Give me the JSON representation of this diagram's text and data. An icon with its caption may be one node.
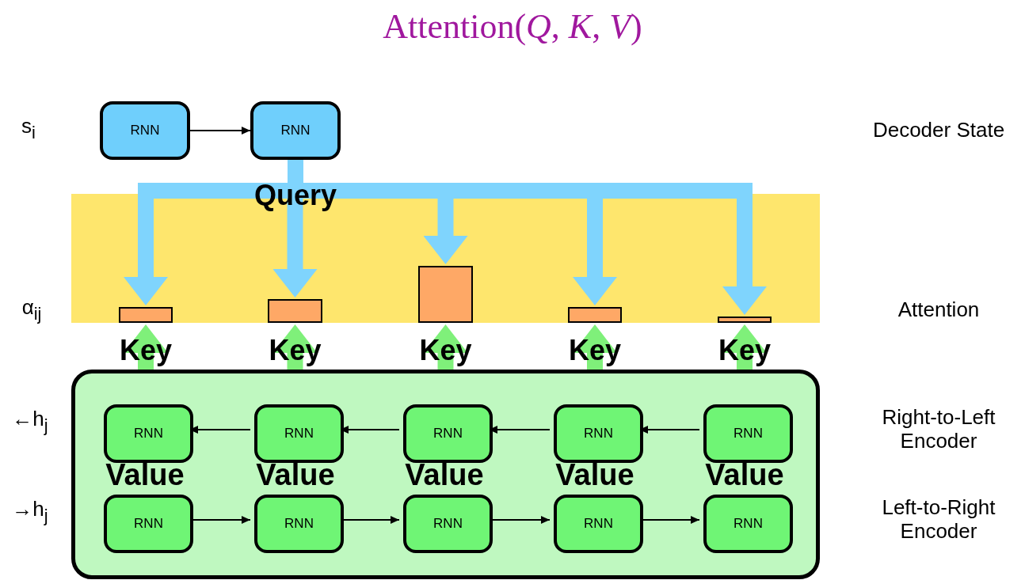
{
  "diagram": {
    "title": "Attention(*Q*, *K*, *V*)",
    "nodes": [
      {
        "text": [
          "RNN"
        ]
      },
      {
        "text": [
          "RNN"
        ]
      },
      {
        "text": [],
        "shape": "band"
      },
      {
        "text": [],
        "shape": "bar",
        "in": 2
      },
      {
        "text": [],
        "shape": "bar",
        "in": 2
      },
      {
        "text": [],
        "shape": "bar",
        "in": 2
      },
      {
        "text": [],
        "shape": "bar",
        "in": 2
      },
      {
        "text": [],
        "shape": "bar",
        "in": 2
      },
      {
        "text": [],
        "shape": "box"
      },
      {
        "text": [
          "RNN"
        ],
        "in": 8
      },
      {
        "text": [
          "RNN"
        ],
        "in": 8
      },
      {
        "text": [
          "RNN"
        ],
        "in": 8
      },
      {
        "text": [
          "RNN"
        ],
        "in": 8
      },
      {
        "text": [
          "RNN"
        ],
        "in": 8
      },
      {
        "text": [
          "RNN"
        ],
        "in": 8
      },
      {
        "text": [
          "RNN"
        ],
        "in": 8
      },
      {
        "text": [
          "RNN"
        ],
        "in": 8
      },
      {
        "text": [
          "RNN"
        ],
        "in": 8
      },
      {
        "text": [
          "RNN"
        ],
        "in": 8
      }
    ],
    "edges": [
      {
        "from": 0,
        "to": 1,
        "arrow": "to"
      },
      {
        "from": 1,
        "to": 3,
        "arrow": "to",
        "color": "#7fd4fd"
      },
      {
        "from": 1,
        "to": 4,
        "arrow": "to",
        "color": "#7fd4fd",
        "label": "Query"
      },
      {
        "from": 1,
        "to": 5,
        "arrow": "to",
        "color": "#7fd4fd"
      },
      {
        "from": 1,
        "to": 6,
        "arrow": "to",
        "color": "#7fd4fd"
      },
      {
        "from": 1,
        "to": 7,
        "arrow": "to",
        "color": "#7fd4fd"
      },
      {
        "from": 8,
        "to": 3,
        "arrow": "to",
        "color": "#7ff07a",
        "label": "Key"
      },
      {
        "from": 8,
        "to": 4,
        "arrow": "to",
        "color": "#7ff07a",
        "label": "Key"
      },
      {
        "from": 8,
        "to": 5,
        "arrow": "to",
        "color": "#7ff07a",
        "label": "Key"
      },
      {
        "from": 8,
        "to": 6,
        "arrow": "to",
        "color": "#7ff07a",
        "label": "Key"
      },
      {
        "from": 8,
        "to": 7,
        "arrow": "to",
        "color": "#7ff07a",
        "label": "Key"
      },
      {
        "from": 10,
        "to": 9,
        "arrow": "to"
      },
      {
        "from": 11,
        "to": 10,
        "arrow": "to"
      },
      {
        "from": 12,
        "to": 11,
        "arrow": "to"
      },
      {
        "from": 13,
        "to": 12,
        "arrow": "to"
      },
      {
        "from": 14,
        "to": 15,
        "arrow": "to"
      },
      {
        "from": 15,
        "to": 16,
        "arrow": "to"
      },
      {
        "from": 16,
        "to": 17,
        "arrow": "to"
      },
      {
        "from": 17,
        "to": 18,
        "arrow": "to"
      }
    ],
    "labels": [
      "s$_{i}$",
      "Decoder State",
      "α$_{ij}$",
      "Attention",
      "←h$_{j}$",
      "Right-to-Left Encoder",
      "Value",
      "Value",
      "Value",
      "Value",
      "Value",
      "→h$_{j}$",
      "Left-to-Right Encoder"
    ]
  }
}
